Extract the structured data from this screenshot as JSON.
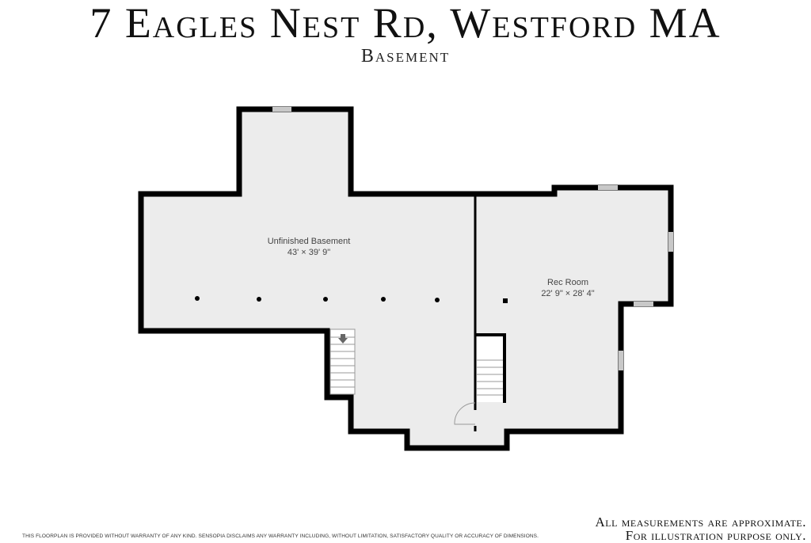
{
  "title": "7 Eagles Nest Rd, Westford MA",
  "subtitle": "Basement",
  "rooms": [
    {
      "name": "Unfinished Basement",
      "dims": "43' × 39' 9\""
    },
    {
      "name": "Rec Room",
      "dims": "22' 9\" × 28' 4\""
    }
  ],
  "disclaimer": "THIS FLOORPLAN IS PROVIDED WITHOUT WARRANTY OF ANY KIND. SENSOPIA DISCLAIMS ANY WARRANTY INCLUDING, WITHOUT LIMITATION, SATISFACTORY QUALITY OR ACCURACY OF DIMENSIONS.",
  "note_line1": "All measurements are approximate.",
  "note_line2": "For illustration purpose only.",
  "colors": {
    "floor": "#ececec",
    "wall": "#000000",
    "window": "#c8c8c8"
  }
}
